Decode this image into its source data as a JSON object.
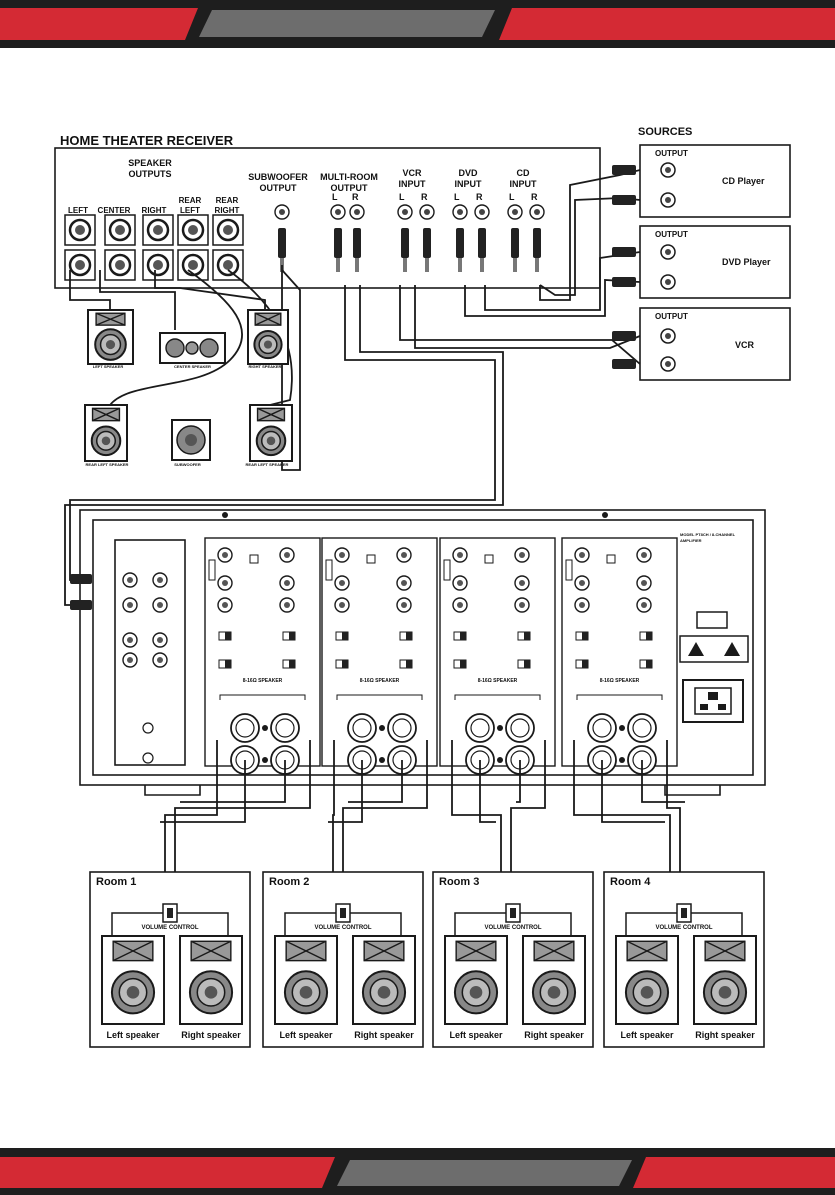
{
  "colors": {
    "accent_red": "#d42a34",
    "band_dark": "#1e1e1e",
    "band_gray": "#6d6d6d",
    "line": "#1a1a1a"
  },
  "receiver": {
    "title": "HOME THEATER RECEIVER",
    "speaker_outputs": "SPEAKER OUTPUTS",
    "channels": [
      "LEFT",
      "CENTER",
      "RIGHT",
      "REAR LEFT",
      "REAR RIGHT"
    ],
    "subwoofer_output": "SUBWOOFER OUTPUT",
    "multiroom_output": "MULTI-ROOM OUTPUT",
    "vcr_input": "VCR INPUT",
    "dvd_input": "DVD INPUT",
    "cd_input": "CD INPUT",
    "l": "L",
    "r": "R"
  },
  "speakers": {
    "left": "LEFT SPEAKER",
    "center": "CENTER SPEAKER",
    "right": "RIGHT SPEAKER",
    "rear_left": "REAR LEFT SPEAKER",
    "subwoofer": "SUBWOOFER",
    "rear_left_2": "REAR LEFT SPEAKER"
  },
  "sources": {
    "title": "SOURCES",
    "items": [
      {
        "output": "OUTPUT",
        "name": "CD Player"
      },
      {
        "output": "OUTPUT",
        "name": "DVD Player"
      },
      {
        "output": "OUTPUT",
        "name": "VCR"
      }
    ]
  },
  "amplifier": {
    "model": "MODEL PT8CH / 8-CHANNEL AMPLIFIER",
    "speaker_label": "8-16Ω SPEAKER"
  },
  "rooms": [
    {
      "name": "Room 1",
      "volume": "VOLUME CONTROL",
      "left": "Left speaker",
      "right": "Right speaker"
    },
    {
      "name": "Room 2",
      "volume": "VOLUME CONTROL",
      "left": "Left speaker",
      "right": "Right speaker"
    },
    {
      "name": "Room 3",
      "volume": "VOLUME CONTROL",
      "left": "Left speaker",
      "right": "Right speaker"
    },
    {
      "name": "Room 4",
      "volume": "VOLUME CONTROL",
      "left": "Left speaker",
      "right": "Right speaker"
    }
  ]
}
